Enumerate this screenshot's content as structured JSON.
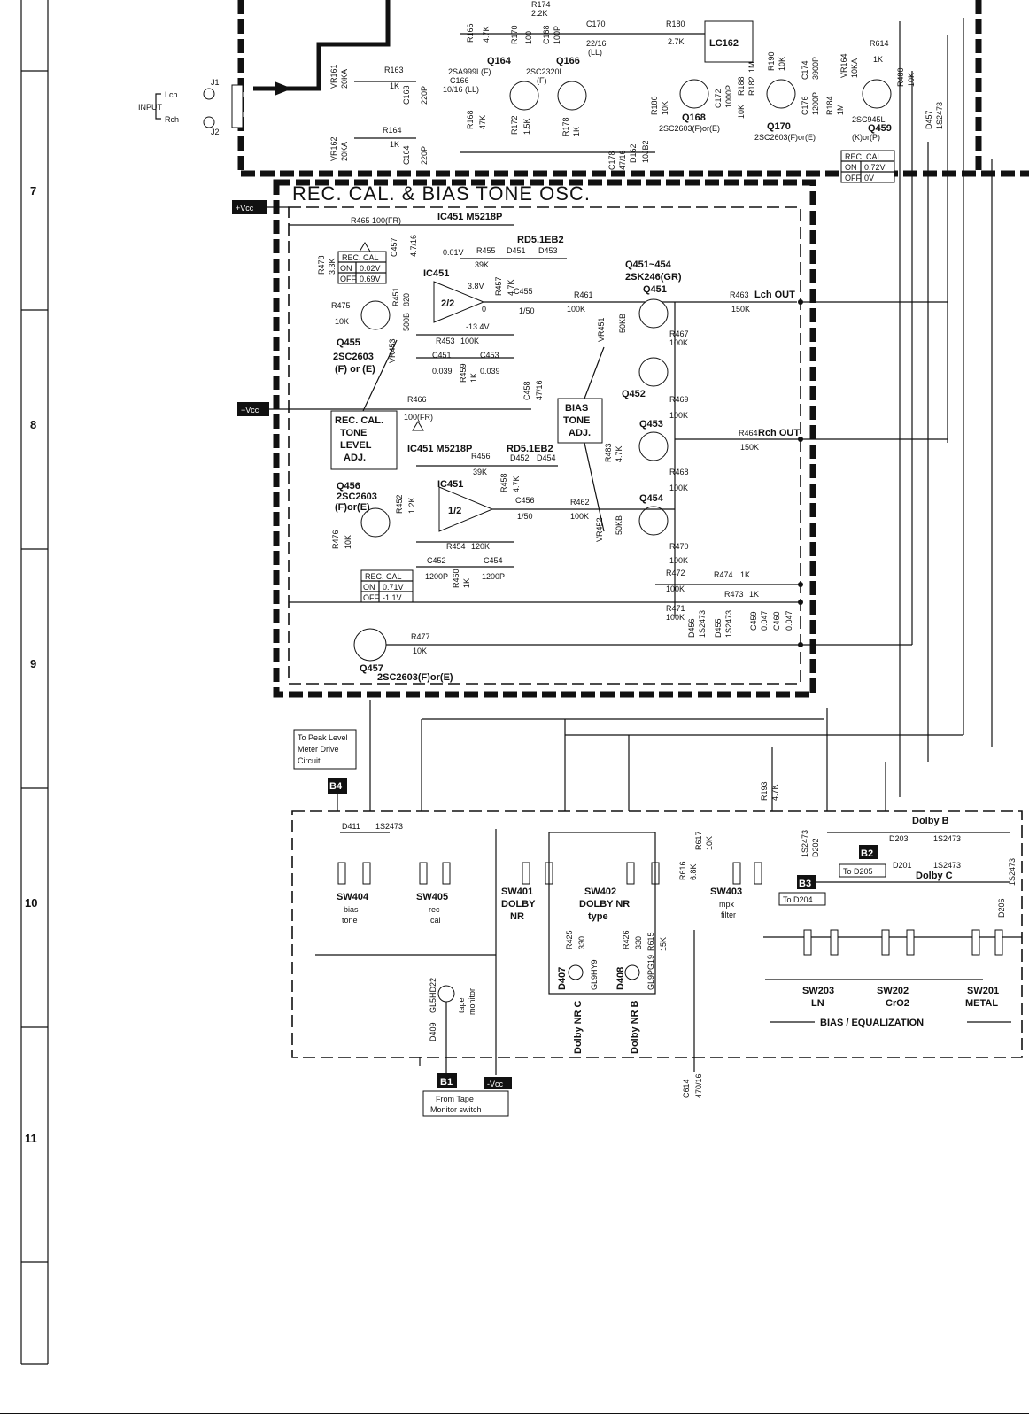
{
  "page": {
    "row_markers": [
      "7",
      "8",
      "9",
      "10",
      "11"
    ]
  },
  "input": {
    "label": "INPUT",
    "lch": "Lch",
    "rch": "Rch",
    "j1": "J1",
    "j2": "J2"
  },
  "top_section": {
    "vr161": "VR161",
    "vr161_val": "20KA",
    "vr162": "VR162",
    "vr162_val": "20KA",
    "r163": "R163",
    "r163_val": "1K",
    "r164": "R164",
    "r164_val": "1K",
    "c163": "C163",
    "c163_val": "220P",
    "c164": "C164",
    "c164_val": "220P",
    "r174": "R174",
    "r174_val": "2.2K",
    "r166": "R166",
    "r166_val": "4.7K",
    "r170": "R170",
    "r170_val": "100",
    "c168": "C168",
    "c168_val": "100P",
    "c170": "C170",
    "c170_val": "22/16",
    "c170_note": "(LL)",
    "r180": "R180",
    "r180_val": "2.7K",
    "lc162": "LC162",
    "q164": "Q164",
    "q164_type": "2SA999L(F)",
    "q166": "Q166",
    "q166_type": "2SC2320L",
    "q166_rank": "(F)",
    "c166": "C166",
    "c166_val": "10/16 (LL)",
    "r168": "R168",
    "r168_val": "47K",
    "r172": "R172",
    "r172_val": "1.5K",
    "r178": "R178",
    "r178_val": "1K",
    "c178": "C178",
    "c178_val": "47/16",
    "d162": "D162",
    "d162_type": "10JB2",
    "r186": "R186",
    "r186_val": "10K",
    "c172": "C172",
    "c172_val": "1000P",
    "r188": "R188",
    "r188_val": "10K",
    "r182": "R182",
    "r182_val": "1M",
    "r190": "R190",
    "r190_val": "10K",
    "c174": "C174",
    "c174_val": "3900P",
    "c176": "C176",
    "c176_val": "1200P",
    "r184": "R184",
    "r184_val": "1M",
    "vr164": "VR164",
    "vr164_val": "10KA",
    "r614": "R614",
    "r614_val": "1K",
    "r480": "R480",
    "r480_val": "10K",
    "q168": "Q168",
    "q168_type": "2SC2603(F)or(E)",
    "q170": "Q170",
    "q170_type": "2SC2603(F)or(E)",
    "q459": "Q459",
    "q459_type": "2SC945L",
    "q459_rank": "(K)or(P)",
    "d457": "D457",
    "d457_type": "1S2473",
    "rec_cal_table": {
      "title": "REC. CAL",
      "on": "ON",
      "on_val": "0.72V",
      "off": "OFF",
      "off_val": "0V"
    }
  },
  "osc_section": {
    "title": "REC. CAL. & BIAS TONE OSC.",
    "vcc_plus": "+Vcc",
    "vcc_minus": "−Vcc",
    "ic_upper_label": "IC451 M5218P",
    "ic_lower_label": "IC451 M5218P",
    "ic_name": "IC451",
    "ic_upper_half": "2/2",
    "ic_lower_half": "1/2",
    "r465": "R465",
    "r465_val": "100(FR)",
    "r466": "R466",
    "r466_val": "100(FR)",
    "c457": "C457",
    "c457_val": "4.7/16",
    "v_001": "0.01V",
    "v_38": "3.8V",
    "v_134": "-13.4V",
    "v_0": "0",
    "r455": "R455",
    "r455_val": "39K",
    "r456": "R456",
    "r456_val": "39K",
    "d451_label": "RD5.1EB2",
    "d451": "D451",
    "d453": "D453",
    "d452_label": "RD5.1EB2",
    "d452": "D452",
    "d454": "D454",
    "r457": "R457",
    "r457_val": "4.7K",
    "r458": "R458",
    "r458_val": "4.7K",
    "r478": "R478",
    "r478_val": "3.3K",
    "rec_cal_upper": {
      "title": "REC. CAL",
      "on": "ON",
      "on_val": "0.02V",
      "off": "OFF",
      "off_val": "0.69V"
    },
    "rec_cal_lower": {
      "title": "REC. CAL",
      "on": "ON",
      "on_val": "0.71V",
      "off": "OFF",
      "off_val": "-1.1V"
    },
    "r475": "R475",
    "r475_val": "10K",
    "r451": "R451",
    "r451_val": "820",
    "vr453": "VR453",
    "vr453_val": "500B",
    "r453": "R453",
    "r453_val": "100K",
    "c451": "C451",
    "c451_val": "0.039",
    "c453": "C453",
    "c453_val": "0.039",
    "r459": "R459",
    "r459_val": "1K",
    "c458": "C458",
    "c458_val": "47/16",
    "c455": "C455",
    "c455_val": "1/50",
    "c456": "C456",
    "c456_val": "1/50",
    "r461": "R461",
    "r461_val": "100K",
    "r462": "R462",
    "r462_val": "100K",
    "vr451": "VR451",
    "vr451_val": "50KB",
    "vr452": "VR452",
    "vr452_val": "50KB",
    "fet_group": "Q451~454",
    "fet_type": "2SK246(GR)",
    "q451": "Q451",
    "q452": "Q452",
    "q453": "Q453",
    "q454": "Q454",
    "q455": "Q455",
    "q455_type": "2SC2603",
    "q455_rank": "(F) or (E)",
    "q456": "Q456",
    "q456_type": "2SC2603",
    "q456_rank": "(F)or(E)",
    "q457": "Q457",
    "q457_type": "2SC2603(F)or(E)",
    "r463": "R463",
    "r463_val": "150K",
    "lch_out": "Lch OUT",
    "r464": "R464",
    "r464_val": "150K",
    "rch_out": "Rch OUT",
    "r467": "R467",
    "r467_val": "100K",
    "r469": "R469",
    "r469_val": "100K",
    "r468": "R468",
    "r468_val": "100K",
    "r470": "R470",
    "r470_val": "100K",
    "r483": "R483",
    "r483_val": "4.7K",
    "tone_adj": [
      "REC. CAL.",
      "TONE",
      "LEVEL",
      "ADJ."
    ],
    "bias_adj": [
      "BIAS",
      "TONE",
      "ADJ."
    ],
    "r452": "R452",
    "r452_val": "1.2K",
    "r476": "R476",
    "r476_val": "10K",
    "r454": "R454",
    "r454_val": "120K",
    "c452": "C452",
    "c452_val": "1200P",
    "c454": "C454",
    "c454_val": "1200P",
    "r460": "R460",
    "r460_val": "1K",
    "r472": "R472",
    "r472_val": "100K",
    "r474": "R474",
    "r474_val": "1K",
    "r473": "R473",
    "r473_val": "1K",
    "r471": "R471",
    "r471_val": "100K",
    "d456": "D456",
    "d455": "D455",
    "diode_type": "1S2473",
    "c459": "C459",
    "c459_val": "0.047",
    "c460": "C460",
    "c460_val": "0.047",
    "r477": "R477",
    "r477_val": "10K"
  },
  "switch_section": {
    "peak_meter": [
      "To Peak Level",
      "Meter Drive",
      "Circuit"
    ],
    "b4": "B4",
    "b1": "B1",
    "b2": "B2",
    "b3": "B3",
    "to_d205": "To D205",
    "to_d204": "To D204",
    "vcc": "-Vcc",
    "d411": "D411",
    "d411_type": "1S2473",
    "r193": "R193",
    "r193_val": "4.7K",
    "r617": "R617",
    "r617_val": "10K",
    "r616": "R616",
    "r616_val": "6.8K",
    "r425": "R425",
    "r425_val": "330",
    "r426": "R426",
    "r426_val": "330",
    "r615": "R615",
    "r615_val": "15K",
    "sw404": "SW404",
    "sw404_desc": [
      "bias",
      "tone"
    ],
    "sw405": "SW405",
    "sw405_desc": [
      "rec",
      "cal"
    ],
    "sw401": "SW401",
    "sw401_desc": [
      "DOLBY",
      "NR"
    ],
    "sw402": "SW402",
    "sw402_desc": [
      "DOLBY NR",
      "type"
    ],
    "sw403": "SW403",
    "sw403_desc": [
      "mpx",
      "filter"
    ],
    "d407": "D407",
    "d407_type": "GL9HY9",
    "d408": "D408",
    "d408_type": "GL9PG19",
    "dolby_nr_c": "Dolby NR C",
    "dolby_nr_b": "Dolby NR B",
    "d409": "D409",
    "d409_type": "GL5HD22",
    "tape_monitor": [
      "tape",
      "monitor"
    ],
    "from_tape": [
      "From Tape",
      "Monitor switch"
    ],
    "c614": "C614",
    "c614_val": "470/16",
    "d202": "D202",
    "d202_type": "1S2473",
    "d203": "D203",
    "d203_type": "1S2473",
    "d201": "D201",
    "d201_type": "1S2473",
    "d206": "D206",
    "d206_type": "1S2473",
    "dolby_b": "Dolby B",
    "dolby_c": "Dolby C",
    "sw203": "SW203",
    "sw203_desc": "LN",
    "sw202": "SW202",
    "sw202_desc": "CrO2",
    "sw201": "SW201",
    "sw201_desc": "METAL",
    "bias_eq": "BIAS / EQUALIZATION"
  }
}
